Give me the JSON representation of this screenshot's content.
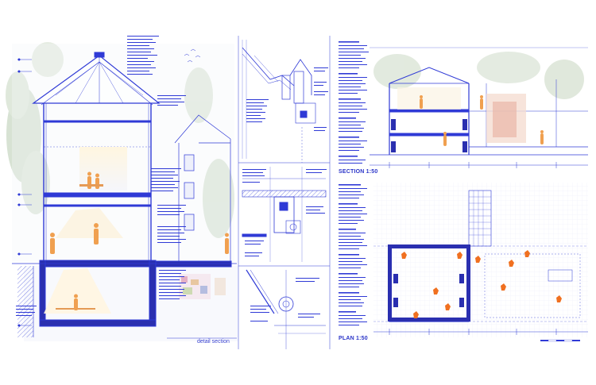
{
  "titles": {
    "detail_section": "detail section",
    "section": "SECTION 1:50",
    "plan": "PLAN 1:50"
  },
  "colors": {
    "blueprint_blue": "#2f3ad6",
    "deep_blue": "#2a2fb0",
    "figure_orange": "#f0a050",
    "foliage_green": "#b9cfb0",
    "sky_pale": "#eef2f7"
  }
}
